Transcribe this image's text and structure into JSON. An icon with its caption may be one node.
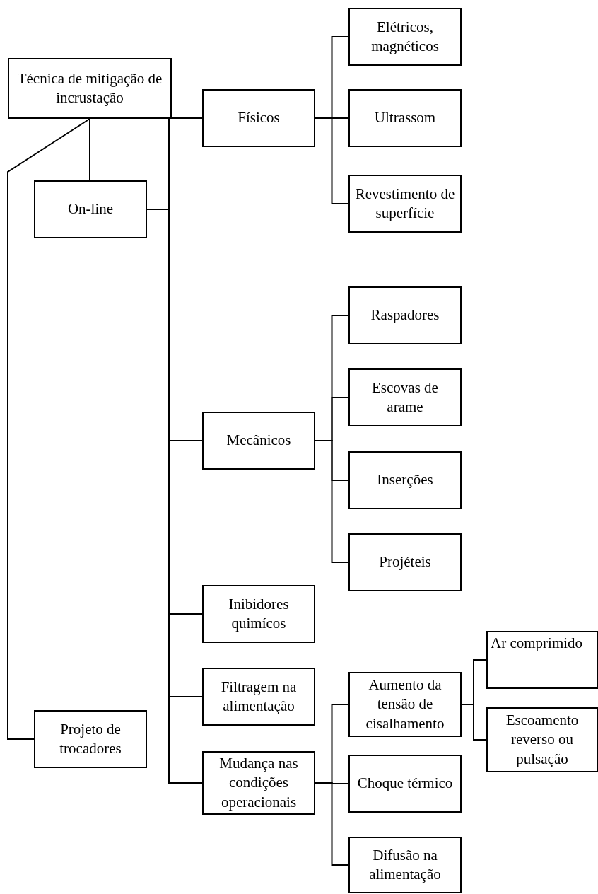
{
  "diagram": {
    "nodes": [
      {
        "text": [
          "Técnica de mitigação de incrustação"
        ]
      },
      {
        "text": [
          "On-line"
        ]
      },
      {
        "text": [
          "Projeto de trocadores"
        ]
      },
      {
        "text": [
          "Físicos"
        ]
      },
      {
        "text": [
          "Elétricos, magnéticos"
        ]
      },
      {
        "text": [
          "Ultrassom"
        ]
      },
      {
        "text": [
          "Revestimento de superfície"
        ]
      },
      {
        "text": [
          "Mecânicos"
        ]
      },
      {
        "text": [
          "Raspadores"
        ]
      },
      {
        "text": [
          "Escovas de arame"
        ]
      },
      {
        "text": [
          "Inserções"
        ]
      },
      {
        "text": [
          "Projéteis"
        ]
      },
      {
        "text": [
          "Inibidores quimícos"
        ]
      },
      {
        "text": [
          "Filtragem na alimentação"
        ]
      },
      {
        "text": [
          "Mudança nas condições operacionais"
        ]
      },
      {
        "text": [
          "Aumento da tensão de cisalhamento"
        ]
      },
      {
        "text": [
          "Choque térmico"
        ]
      },
      {
        "text": [
          "Difusão na alimentação"
        ]
      },
      {
        "text": [
          "Ar comprimido"
        ]
      },
      {
        "text": [
          "Escoamento reverso ou pulsação"
        ]
      }
    ],
    "edges": [
      {
        "from": 0,
        "to": 1,
        "arrow": "none"
      },
      {
        "from": 0,
        "to": 2,
        "arrow": "none"
      },
      {
        "from": 1,
        "to": 3,
        "arrow": "none"
      },
      {
        "from": 1,
        "to": 7,
        "arrow": "none"
      },
      {
        "from": 1,
        "to": 12,
        "arrow": "none"
      },
      {
        "from": 1,
        "to": 13,
        "arrow": "none"
      },
      {
        "from": 1,
        "to": 14,
        "arrow": "none"
      },
      {
        "from": 3,
        "to": 4,
        "arrow": "none"
      },
      {
        "from": 3,
        "to": 5,
        "arrow": "none"
      },
      {
        "from": 3,
        "to": 6,
        "arrow": "none"
      },
      {
        "from": 7,
        "to": 8,
        "arrow": "none"
      },
      {
        "from": 7,
        "to": 9,
        "arrow": "none"
      },
      {
        "from": 7,
        "to": 10,
        "arrow": "none"
      },
      {
        "from": 7,
        "to": 11,
        "arrow": "none"
      },
      {
        "from": 14,
        "to": 15,
        "arrow": "none"
      },
      {
        "from": 14,
        "to": 16,
        "arrow": "none"
      },
      {
        "from": 14,
        "to": 17,
        "arrow": "none"
      },
      {
        "from": 15,
        "to": 18,
        "arrow": "none"
      },
      {
        "from": 15,
        "to": 19,
        "arrow": "none"
      }
    ]
  }
}
